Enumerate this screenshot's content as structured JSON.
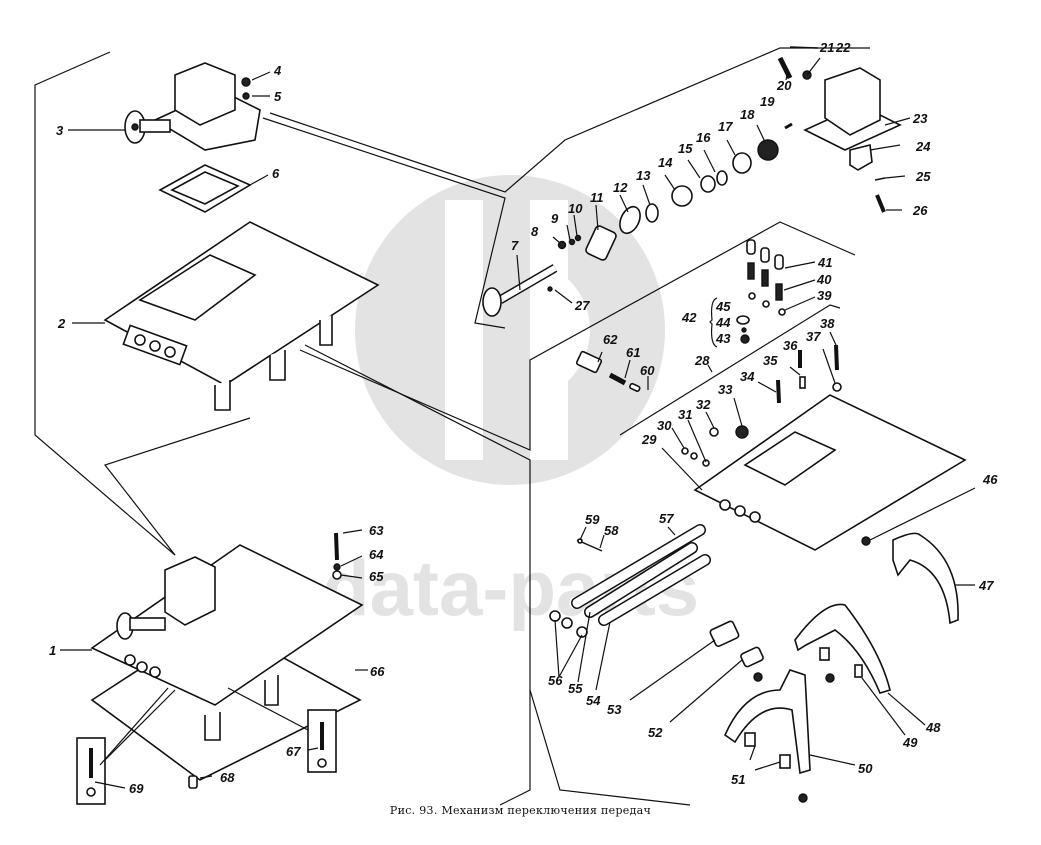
{
  "figure": {
    "caption": "Рис. 93. Механизм переключения передач",
    "watermark": "data-parts",
    "watermark_logo": "dp-logo",
    "line_color": "#111111",
    "watermark_color": "#e3e3e3"
  },
  "callouts": [
    {
      "id": "1",
      "label": "1"
    },
    {
      "id": "2",
      "label": "2"
    },
    {
      "id": "3",
      "label": "3"
    },
    {
      "id": "4",
      "label": "4"
    },
    {
      "id": "5",
      "label": "5"
    },
    {
      "id": "6",
      "label": "6"
    },
    {
      "id": "7",
      "label": "7"
    },
    {
      "id": "8",
      "label": "8"
    },
    {
      "id": "9",
      "label": "9"
    },
    {
      "id": "10",
      "label": "10"
    },
    {
      "id": "11",
      "label": "11"
    },
    {
      "id": "12",
      "label": "12"
    },
    {
      "id": "13",
      "label": "13"
    },
    {
      "id": "14",
      "label": "14"
    },
    {
      "id": "15",
      "label": "15"
    },
    {
      "id": "16",
      "label": "16"
    },
    {
      "id": "17",
      "label": "17"
    },
    {
      "id": "18",
      "label": "18"
    },
    {
      "id": "19",
      "label": "19"
    },
    {
      "id": "20",
      "label": "20"
    },
    {
      "id": "21",
      "label": "21"
    },
    {
      "id": "22",
      "label": "22"
    },
    {
      "id": "23",
      "label": "23"
    },
    {
      "id": "24",
      "label": "24"
    },
    {
      "id": "25",
      "label": "25"
    },
    {
      "id": "26",
      "label": "26"
    },
    {
      "id": "27",
      "label": "27"
    },
    {
      "id": "28",
      "label": "28"
    },
    {
      "id": "29",
      "label": "29"
    },
    {
      "id": "30",
      "label": "30"
    },
    {
      "id": "31",
      "label": "31"
    },
    {
      "id": "32",
      "label": "32"
    },
    {
      "id": "33",
      "label": "33"
    },
    {
      "id": "34",
      "label": "34"
    },
    {
      "id": "35",
      "label": "35"
    },
    {
      "id": "36",
      "label": "36"
    },
    {
      "id": "37",
      "label": "37"
    },
    {
      "id": "38",
      "label": "38"
    },
    {
      "id": "39",
      "label": "39"
    },
    {
      "id": "40",
      "label": "40"
    },
    {
      "id": "41",
      "label": "41"
    },
    {
      "id": "42",
      "label": "42"
    },
    {
      "id": "43",
      "label": "43"
    },
    {
      "id": "44",
      "label": "44"
    },
    {
      "id": "45",
      "label": "45"
    },
    {
      "id": "46",
      "label": "46"
    },
    {
      "id": "47",
      "label": "47"
    },
    {
      "id": "48",
      "label": "48"
    },
    {
      "id": "49",
      "label": "49"
    },
    {
      "id": "50",
      "label": "50"
    },
    {
      "id": "51",
      "label": "51"
    },
    {
      "id": "52",
      "label": "52"
    },
    {
      "id": "53",
      "label": "53"
    },
    {
      "id": "54",
      "label": "54"
    },
    {
      "id": "55",
      "label": "55"
    },
    {
      "id": "56",
      "label": "56"
    },
    {
      "id": "57",
      "label": "57"
    },
    {
      "id": "58",
      "label": "58"
    },
    {
      "id": "59",
      "label": "59"
    },
    {
      "id": "60",
      "label": "60"
    },
    {
      "id": "61",
      "label": "61"
    },
    {
      "id": "62",
      "label": "62"
    },
    {
      "id": "63",
      "label": "63"
    },
    {
      "id": "64",
      "label": "64"
    },
    {
      "id": "65",
      "label": "65"
    },
    {
      "id": "66",
      "label": "66"
    },
    {
      "id": "67",
      "label": "67"
    },
    {
      "id": "68",
      "label": "68"
    },
    {
      "id": "69",
      "label": "69"
    }
  ]
}
